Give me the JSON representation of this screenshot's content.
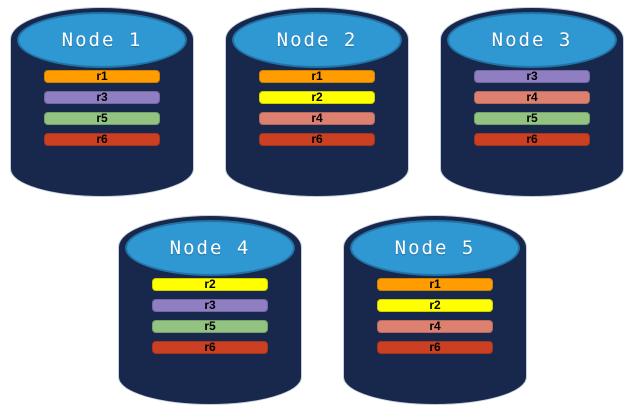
{
  "diagram": {
    "background": "#FFFFFF",
    "cylinder_colors": {
      "body": "#17284C",
      "top": "#2F97D2",
      "label_text": "#FFFFFF",
      "bar_text": "#000000"
    },
    "replica_colors": {
      "r1": "#FF9D00",
      "r2": "#FFFF00",
      "r3": "#8F7EC2",
      "r4": "#DD8070",
      "r5": "#92C381",
      "r6": "#CB4023"
    },
    "nodes": [
      {
        "label": "Node 1",
        "replicas": [
          "r1",
          "r3",
          "r5",
          "r6"
        ]
      },
      {
        "label": "Node 2",
        "replicas": [
          "r1",
          "r2",
          "r4",
          "r6"
        ]
      },
      {
        "label": "Node 3",
        "replicas": [
          "r3",
          "r4",
          "r5",
          "r6"
        ]
      },
      {
        "label": "Node 4",
        "replicas": [
          "r2",
          "r3",
          "r5",
          "r6"
        ]
      },
      {
        "label": "Node 5",
        "replicas": [
          "r1",
          "r2",
          "r4",
          "r6"
        ]
      }
    ]
  }
}
